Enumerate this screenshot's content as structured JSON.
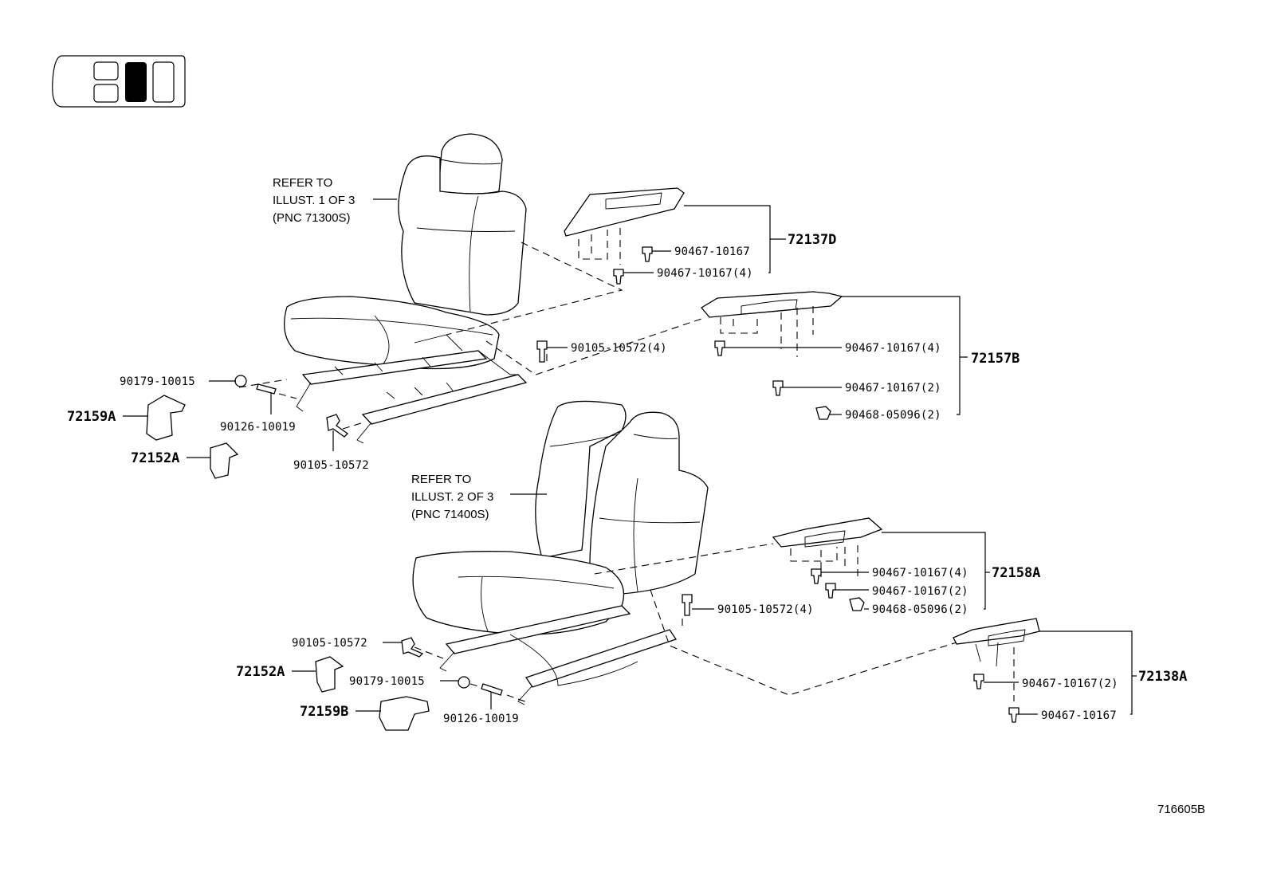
{
  "illustration_id": "716605B",
  "references": {
    "seat1": [
      "REFER TO",
      "ILLUST. 1 OF 3",
      "(PNC 71300S)"
    ],
    "seat2": [
      "REFER TO",
      "ILLUST. 2 OF 3",
      "(PNC 71400S)"
    ]
  },
  "part_numbers": {
    "p_90467_a": "90467-10167",
    "p_90467_b": "90467-10167(4)",
    "p_90105_a": "90105-10572(4)",
    "p_90467_c": "90467-10167(4)",
    "p_90467_d": "90467-10167(2)",
    "p_90468_a": "90468-05096(2)",
    "p_90179_a": "90179-10015",
    "p_90126_a": "90126-10019",
    "p_90105_b": "90105-10572",
    "p_90467_e": "90467-10167(4)",
    "p_90467_f": "90467-10167(2)",
    "p_90468_b": "90468-05096(2)",
    "p_90105_c": "90105-10572(4)",
    "p_90105_d": "90105-10572",
    "p_90179_b": "90179-10015",
    "p_90126_b": "90126-10019",
    "p_90467_g": "90467-10167(2)",
    "p_90467_h": "90467-10167"
  },
  "pnc_labels": {
    "l_72137D": "72137D",
    "l_72157B": "72157B",
    "l_72158A": "72158A",
    "l_72138A": "72138A",
    "l_72159A": "72159A",
    "l_72152A_1": "72152A",
    "l_72152A_2": "72152A",
    "l_72159B": "72159B"
  }
}
